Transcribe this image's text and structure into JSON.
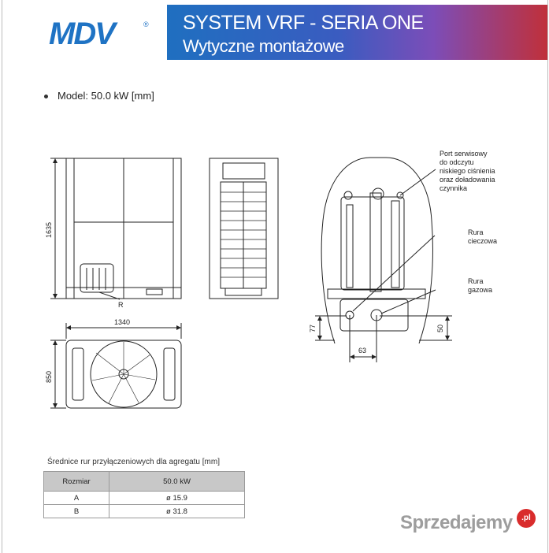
{
  "brand": {
    "logo_text": "MDV",
    "registered_mark": "®",
    "logo_color": "#1f73c4"
  },
  "header": {
    "title": "SYSTEM VRF - SERIA ONE",
    "subtitle": "Wytyczne montażowe",
    "gradient_colors": [
      "#1f6fc0",
      "#7c4db8",
      "#c0303a"
    ]
  },
  "model_line": "Model: 50.0 kW [mm]",
  "drawing": {
    "height_dim": "1635",
    "width_dim": "1340",
    "depth_dim": "850",
    "detail_letter": "R",
    "annotations": {
      "service_port": [
        "Port serwisowy",
        "do odczytu",
        "niskiego ciśnienia",
        "oraz doładowania",
        "czynnika"
      ],
      "liquid_pipe": [
        "Rura",
        "cieczowa"
      ],
      "gas_pipe": [
        "Rura",
        "gazowa"
      ]
    },
    "dim_77": "77",
    "dim_50": "50",
    "dim_63": "63"
  },
  "pipe_table": {
    "caption": "Średnice rur przyłączeniowych dla agregatu [mm]",
    "headers": [
      "Rozmiar",
      "50.0 kW"
    ],
    "rows": [
      [
        "A",
        "ø 15.9"
      ],
      [
        "B",
        "ø 31.8"
      ]
    ]
  },
  "watermark": {
    "text": "Sprzedajemy",
    "badge": ".pl"
  }
}
